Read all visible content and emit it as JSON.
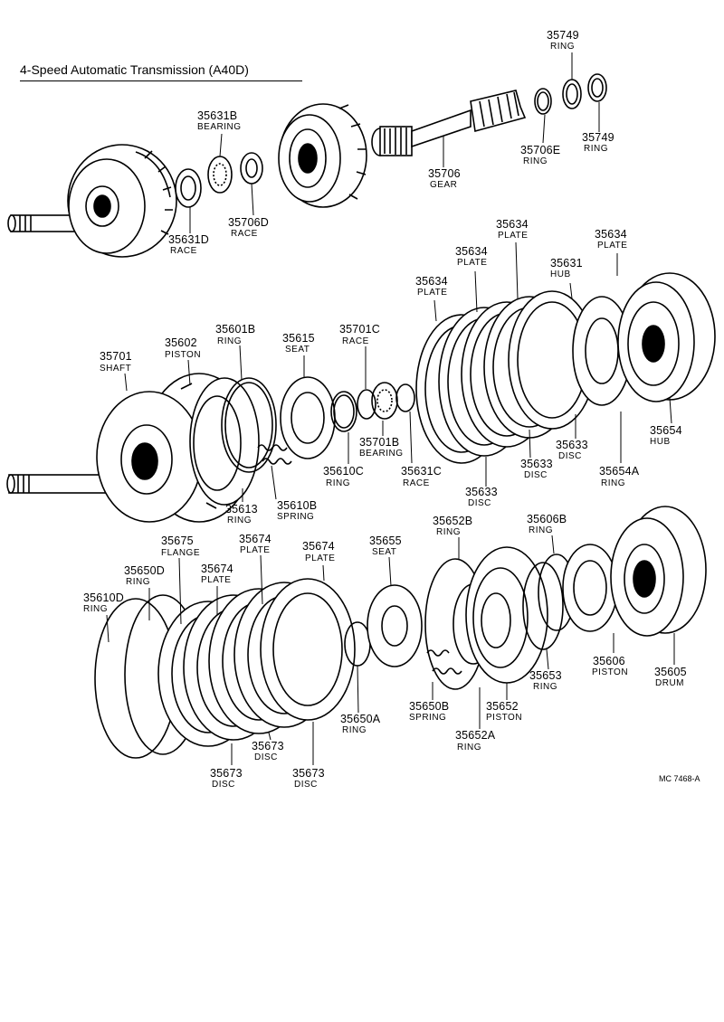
{
  "title": "4-Speed Automatic Transmission (A40D)",
  "footer_code": "MC 7468-A",
  "parts": [
    {
      "id": "35749-top",
      "code": "35749",
      "name": "RING"
    },
    {
      "id": "35631B",
      "code": "35631B",
      "name": "BEARING"
    },
    {
      "id": "35706E",
      "code": "35706E",
      "name": "RING"
    },
    {
      "id": "35749-right",
      "code": "35749",
      "name": "RING"
    },
    {
      "id": "35706",
      "code": "35706",
      "name": "GEAR"
    },
    {
      "id": "35706D",
      "code": "35706D",
      "name": "RACE"
    },
    {
      "id": "35631D",
      "code": "35631D",
      "name": "RACE"
    },
    {
      "id": "35634-a",
      "code": "35634",
      "name": "PLATE"
    },
    {
      "id": "35634-b",
      "code": "35634",
      "name": "PLATE"
    },
    {
      "id": "35634-c",
      "code": "35634",
      "name": "PLATE"
    },
    {
      "id": "35634-d",
      "code": "35634",
      "name": "PLATE"
    },
    {
      "id": "35631",
      "code": "35631",
      "name": "HUB"
    },
    {
      "id": "35601B",
      "code": "35601B",
      "name": "RING"
    },
    {
      "id": "35615",
      "code": "35615",
      "name": "SEAT"
    },
    {
      "id": "35701C",
      "code": "35701C",
      "name": "RACE"
    },
    {
      "id": "35602",
      "code": "35602",
      "name": "PISTON"
    },
    {
      "id": "35701",
      "code": "35701",
      "name": "SHAFT"
    },
    {
      "id": "35701B",
      "code": "35701B",
      "name": "BEARING"
    },
    {
      "id": "35633-a",
      "code": "35633",
      "name": "DISC"
    },
    {
      "id": "35633-b",
      "code": "35633",
      "name": "DISC"
    },
    {
      "id": "35654",
      "code": "35654",
      "name": "HUB"
    },
    {
      "id": "35610C",
      "code": "35610C",
      "name": "RING"
    },
    {
      "id": "35631C",
      "code": "35631C",
      "name": "RACE"
    },
    {
      "id": "35633-c",
      "code": "35633",
      "name": "DISC"
    },
    {
      "id": "35654A",
      "code": "35654A",
      "name": "RING"
    },
    {
      "id": "35613",
      "code": "35613",
      "name": "RING"
    },
    {
      "id": "35610B",
      "code": "35610B",
      "name": "SPRING"
    },
    {
      "id": "35675",
      "code": "35675",
      "name": "FLANGE"
    },
    {
      "id": "35674-a",
      "code": "35674",
      "name": "PLATE"
    },
    {
      "id": "35674-b",
      "code": "35674",
      "name": "PLATE"
    },
    {
      "id": "35674-c",
      "code": "35674",
      "name": "PLATE"
    },
    {
      "id": "35655",
      "code": "35655",
      "name": "SEAT"
    },
    {
      "id": "35652B",
      "code": "35652B",
      "name": "RING"
    },
    {
      "id": "35606B",
      "code": "35606B",
      "name": "RING"
    },
    {
      "id": "35650D",
      "code": "35650D",
      "name": "RING"
    },
    {
      "id": "35610D",
      "code": "35610D",
      "name": "RING"
    },
    {
      "id": "35606",
      "code": "35606",
      "name": "PISTON"
    },
    {
      "id": "35605",
      "code": "35605",
      "name": "DRUM"
    },
    {
      "id": "35653",
      "code": "35653",
      "name": "RING"
    },
    {
      "id": "35650B",
      "code": "35650B",
      "name": "SPRING"
    },
    {
      "id": "35652",
      "code": "35652",
      "name": "PISTON"
    },
    {
      "id": "35650A",
      "code": "35650A",
      "name": "RING"
    },
    {
      "id": "35652A",
      "code": "35652A",
      "name": "RING"
    },
    {
      "id": "35673-a",
      "code": "35673",
      "name": "DISC"
    },
    {
      "id": "35673-b",
      "code": "35673",
      "name": "DISC"
    },
    {
      "id": "35673-c",
      "code": "35673",
      "name": "DISC"
    }
  ]
}
